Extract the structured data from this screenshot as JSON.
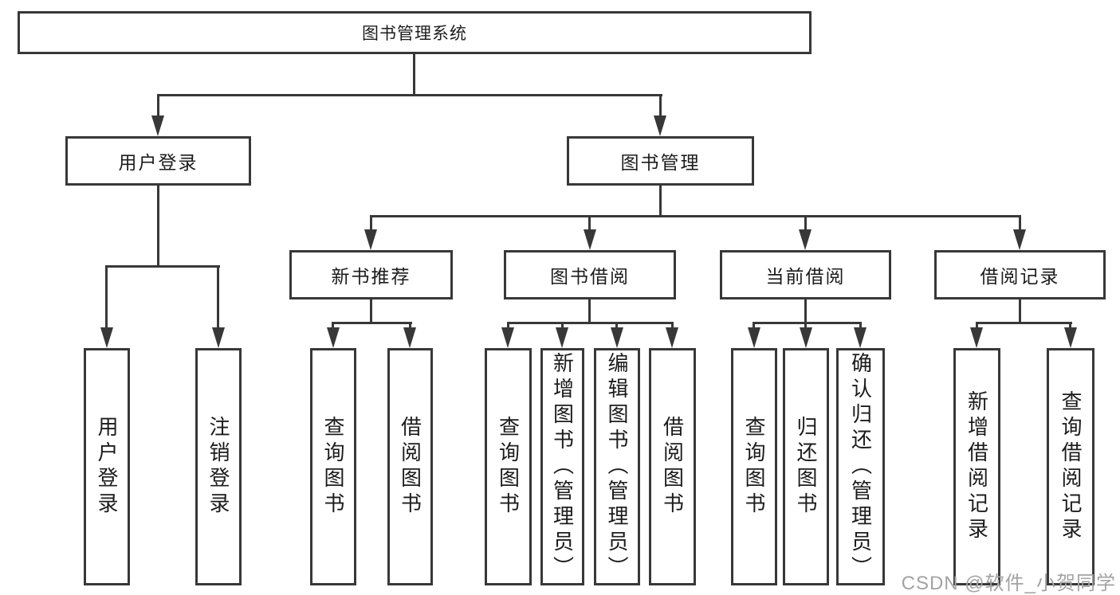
{
  "colors": {
    "line": "#383838",
    "text": "#1c1c1c",
    "box_background": "#ffffff",
    "page_background": "#ffffff",
    "watermark": "#a3a3a3"
  },
  "diagram": {
    "root": {
      "label": "图书管理系统",
      "children": [
        {
          "label": "用户登录",
          "children": [
            {
              "label": "用户登录"
            },
            {
              "label": "注销登录"
            }
          ]
        },
        {
          "label": "图书管理",
          "children": [
            {
              "label": "新书推荐",
              "children": [
                {
                  "label": "查询图书"
                },
                {
                  "label": "借阅图书"
                }
              ]
            },
            {
              "label": "图书借阅",
              "children": [
                {
                  "label": "查询图书"
                },
                {
                  "label": "新增图书（管理员）"
                },
                {
                  "label": "编辑图书（管理员）"
                },
                {
                  "label": "借阅图书"
                }
              ]
            },
            {
              "label": "当前借阅",
              "children": [
                {
                  "label": "查询图书"
                },
                {
                  "label": "归还图书"
                },
                {
                  "label": "确认归还（管理员）"
                }
              ]
            },
            {
              "label": "借阅记录",
              "children": [
                {
                  "label": "新增借阅记录"
                },
                {
                  "label": "查询借阅记录"
                }
              ]
            }
          ]
        }
      ]
    }
  },
  "watermark": {
    "text": "CSDN @软件_小贺同学"
  }
}
